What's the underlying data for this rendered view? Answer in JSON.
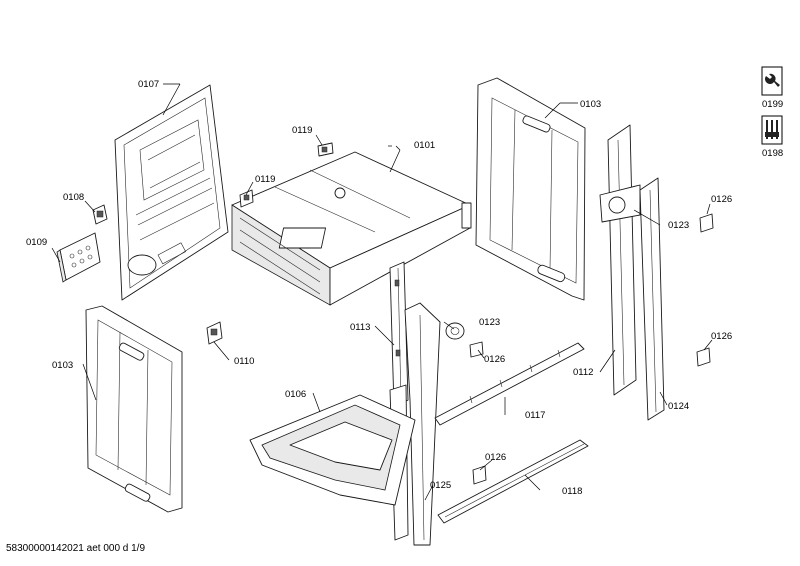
{
  "diagram": {
    "labels": {
      "p0107": "0107",
      "p0119a": "0119",
      "p0101": "0101",
      "p0119b": "0119",
      "p0103a": "0103",
      "p0108": "0108",
      "p0109": "0109",
      "p0123a": "0123",
      "p0126a": "0126",
      "p0103b": "0103",
      "p0110": "0110",
      "p0113": "0113",
      "p0123b": "0123",
      "p0126b": "0126",
      "p0126c": "0126",
      "p0112": "0112",
      "p0106": "0106",
      "p0117": "0117",
      "p0124": "0124",
      "p0126d": "0126",
      "p0125": "0125",
      "p0118": "0118"
    },
    "legend": {
      "tools_code": "0199",
      "kit_code": "0198"
    }
  },
  "footer": {
    "document_id": "58300000142021 aet 000 d 1/9"
  }
}
